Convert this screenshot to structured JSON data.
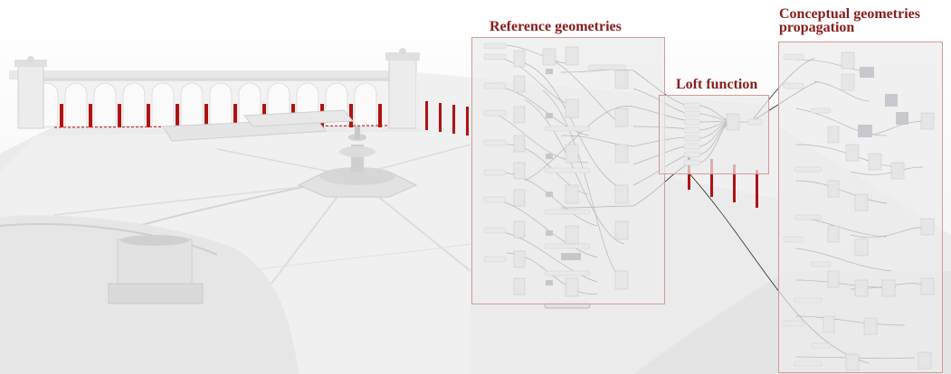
{
  "labels": {
    "reference_geometries": "Reference geometries",
    "loft_function": "Loft function",
    "conceptual_line1": "Conceptual geometries",
    "conceptual_line2": "propagation"
  },
  "colors": {
    "title_red": "#8a1c1c",
    "column_red": "#b01212",
    "panel_border": "#d59999",
    "wire": "#2a2a2a",
    "node_light": "#e2e2e2",
    "node_dark": "#6a6a6a",
    "ground": "#ececec"
  },
  "icons": [
    "fountain",
    "cloister-arcade",
    "corner-tower",
    "parametric-node-graph"
  ]
}
